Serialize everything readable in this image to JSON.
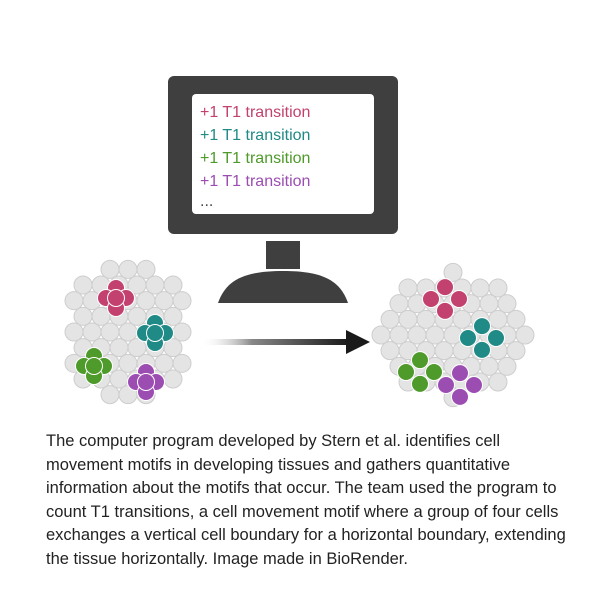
{
  "monitor": {
    "lines": [
      {
        "text": "+1 T1 transition",
        "color": "#c2416e"
      },
      {
        "text": "+1 T1 transition",
        "color": "#1f8a86"
      },
      {
        "text": "+1 T1 transition",
        "color": "#4e9a2b"
      },
      {
        "text": "+1 T1 transition",
        "color": "#9c4db1"
      },
      {
        "text": "...",
        "color": "#444444"
      }
    ]
  },
  "colors": {
    "monitor_frame": "#3f3f3f",
    "screen": "#ffffff",
    "arrow": "#1a1a1a",
    "gray_cell_fill": "#e4e4e4",
    "gray_cell_stroke": "#cdcdcd",
    "pink_cell": "#c2416e",
    "teal_cell": "#1f8a86",
    "green_cell": "#4e9a2b",
    "purple_cell": "#9c4db1"
  },
  "caption": "The computer program developed by Stern et al. identifies cell movement motifs in developing tissues and gathers quantitative information about the motifs that occur. The team used the program to count T1 transitions, a cell movement motif where a group of four cells exchanges a vertical cell boundary for a horizontal boundary, extending the tissue horizontally. Image made in BioRender."
}
